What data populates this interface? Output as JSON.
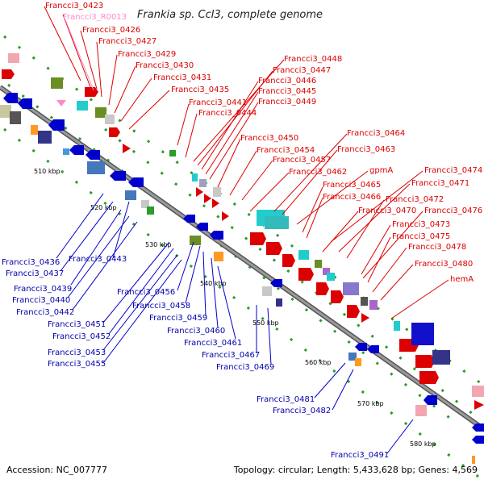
{
  "title": "Frankia sp. CcI3, complete genome",
  "accession": "Accession: NC_007777",
  "topology": "Topology: circular; Length: 5,433,628 bp; Genes: 4,569",
  "colors": {
    "forward_gene": "#dd0000",
    "reverse_gene": "#0000cc",
    "rna_gene": "#ff88cc",
    "backbone": "#888888"
  },
  "ticks": [
    "510 kbp",
    "520 kbp",
    "530 kbp",
    "540 kbp",
    "550 kbp",
    "560 kbp",
    "570 kbp",
    "580 kbp"
  ],
  "forward_labels": [
    "Francci3_0423",
    "Francci3_R0013",
    "Francci3_0426",
    "Francci3_0427",
    "Francci3_0429",
    "Francci3_0430",
    "Francci3_0431",
    "Francci3_0435",
    "Francci3_0441",
    "Francci3_0444",
    "Francci3_0448",
    "Francci3_0447",
    "Francci3_0446",
    "Francci3_0445",
    "Francci3_0449",
    "Francci3_0450",
    "Francci3_0454",
    "Francci3_0457",
    "Francci3_0464",
    "Francci3_0463",
    "Francci3_0462",
    "gpmA",
    "Francci3_0474",
    "Francci3_0465",
    "Francci3_0471",
    "Francci3_0466",
    "Francci3_0472",
    "Francci3_0470",
    "Francci3_0476",
    "Francci3_0473",
    "Francci3_0475",
    "Francci3_0478",
    "Francci3_0480",
    "hemA"
  ],
  "reverse_labels": [
    "Francci3_0436",
    "Francci3_0443",
    "Francci3_0437",
    "Francci3_0439",
    "Francci3_0440",
    "Francci3_0442",
    "Francci3_0456",
    "Francci3_0451",
    "Francci3_0458",
    "Francci3_0452",
    "Francci3_0459",
    "Francci3_0453",
    "Francci3_0460",
    "Francci3_0455",
    "Francci3_0461",
    "Francci3_0467",
    "Francci3_0469",
    "Francci3_0481",
    "Francci3_0482",
    "Francci3_0491"
  ]
}
